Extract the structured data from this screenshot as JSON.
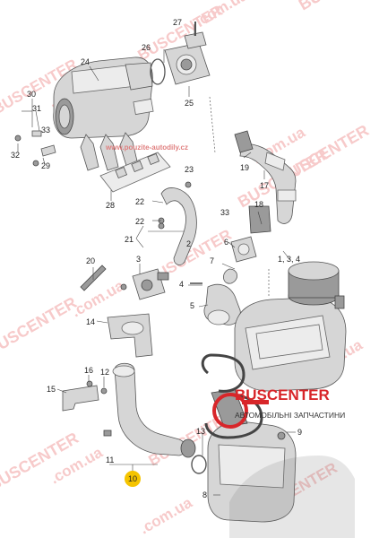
{
  "watermarks": {
    "brand": "BUSCENTER",
    "domain": ".com.ua",
    "site_text": "www.pouzite-autodily.cz"
  },
  "logo": {
    "name": "BUSCENTER",
    "tagline": "АВТОМОБІЛЬНІ ЗАПЧАСТИНИ"
  },
  "callouts": {
    "c1": "1",
    "c2": "2",
    "c3": "3",
    "c4": "4",
    "c5": "5",
    "c6": "6",
    "c7": "7",
    "c8": "8",
    "c9": "9",
    "c10": "10",
    "c11": "11",
    "c12": "12",
    "c13": "13",
    "c14": "14",
    "c15": "15",
    "c16": "16",
    "c17": "17",
    "c18": "18",
    "c19": "19",
    "c20": "20",
    "c21": "21",
    "c22": "22",
    "c23": "23",
    "c24": "24",
    "c25": "25",
    "c26": "26",
    "c27": "27",
    "c28": "28",
    "c29": "29",
    "c30": "30",
    "c31": "31",
    "c32": "32",
    "c33": "33",
    "group_1_3_4": "1, 3, 4"
  },
  "colors": {
    "watermark": "#f4b8b8",
    "highlight_badge": "#f5c400",
    "logo_red": "#d8262a"
  }
}
